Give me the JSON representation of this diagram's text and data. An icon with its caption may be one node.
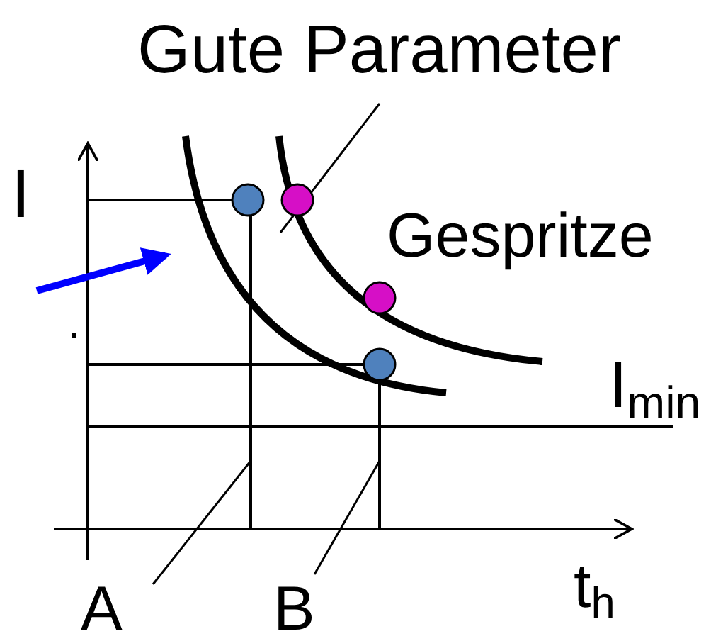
{
  "diagram": {
    "nodes": [
      {
        "text": [
          "Gute Parameter"
        ]
      },
      {
        "text": [
          "A"
        ]
      },
      {
        "text": [
          "B"
        ]
      }
    ],
    "edges": [
      {
        "from": 0,
        "to": null,
        "arrow": "none"
      },
      {
        "from": 1,
        "to": null,
        "arrow": "none"
      },
      {
        "from": 2,
        "to": null,
        "arrow": "none"
      }
    ],
    "labels": [
      "I",
      ".",
      "Gespritze",
      "I$_{min}$",
      "t$_{h}$"
    ]
  }
}
